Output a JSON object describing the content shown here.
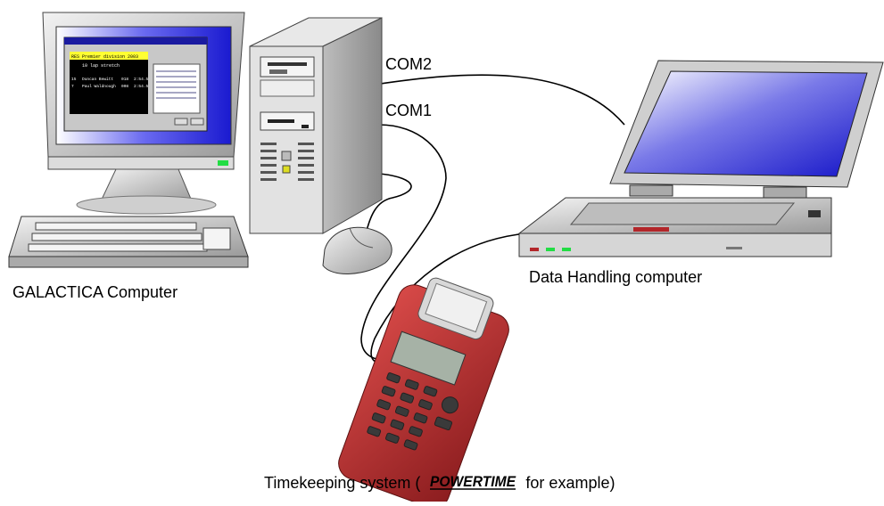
{
  "labels": {
    "com2": "COM2",
    "com1": "COM1",
    "galactica": "GALACTICA Computer",
    "data_handling": "Data Handling computer"
  },
  "caption": {
    "prefix": "Timekeeping system (",
    "logo_text": "POWERTIME",
    "suffix": "for example)"
  },
  "monitor_screen": {
    "title_line": "RES  Premier division 2003",
    "subtitle_line": "10 lap stretch",
    "rows": [
      {
        "pos": "15",
        "name": "Duncan Bewitt",
        "laps": "018",
        "time": "2:54.5"
      },
      {
        "pos": "7",
        "name": "Paul Waldnough",
        "laps": "008",
        "time": "2:54.5"
      }
    ]
  },
  "colors": {
    "device_red": "#b3262a",
    "screen_blue": "#2a2ad8",
    "status_green": "#22dd44"
  }
}
